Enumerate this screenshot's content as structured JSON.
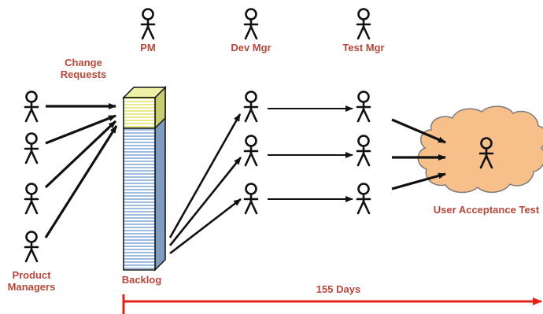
{
  "labels": {
    "pm": "PM",
    "dev_mgr": "Dev Mgr",
    "test_mgr": "Test Mgr",
    "change_requests_1": "Change",
    "change_requests_2": "Requests",
    "product_managers_1": "Product",
    "product_managers_2": "Managers",
    "backlog": "Backlog",
    "user_acceptance_test": "User Acceptance Test",
    "duration": "155 Days"
  },
  "colors": {
    "label": "#b5473b",
    "timeline": "#e32119",
    "cloud_fill": "#f7c08a",
    "cloud_stroke": "#7a7a7a",
    "backlog_blue": "#9fbcdf",
    "backlog_yellow": "#eef0a6",
    "stroke": "#111111"
  },
  "icons": [
    "person-icon",
    "cloud-icon",
    "arrow-icon"
  ]
}
